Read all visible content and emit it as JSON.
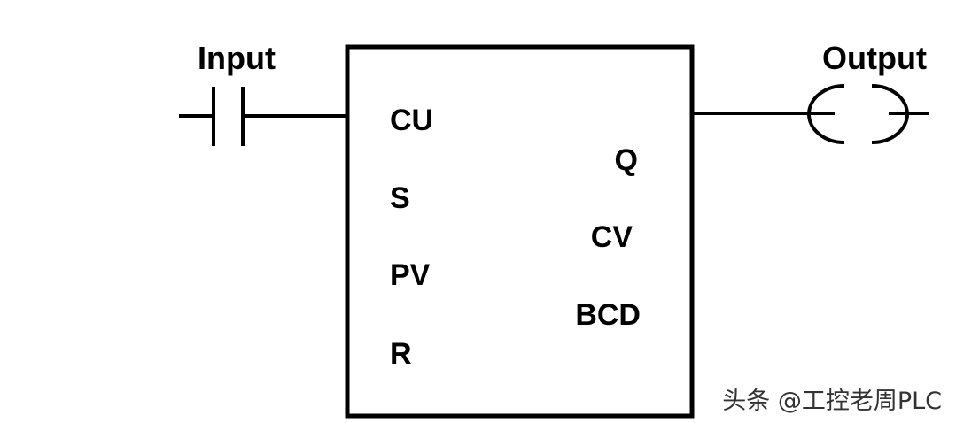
{
  "contact": {
    "label": "Input",
    "icon": "normally-open-contact-icon"
  },
  "coil": {
    "label": "Output",
    "icon": "output-coil-icon"
  },
  "counter_block": {
    "inputs": [
      "CU",
      "S",
      "PV",
      "R"
    ],
    "outputs": [
      "Q",
      "CV",
      "BCD"
    ]
  },
  "watermark": "头条 @工控老周PLC",
  "colors": {
    "line": "#000000",
    "background": "#ffffff",
    "watermark": "#333333"
  }
}
